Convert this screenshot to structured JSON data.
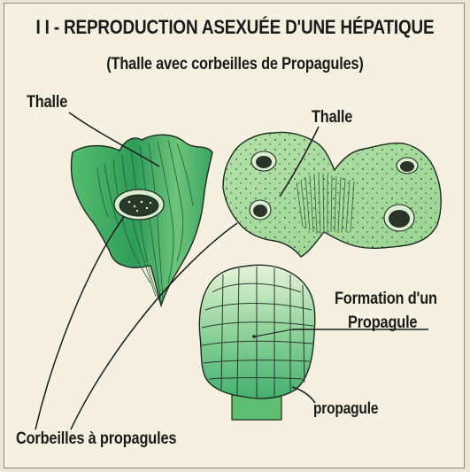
{
  "title": "I I - REPRODUCTION ASEXUÉE  D'UNE HÉPATIQUE",
  "subtitle": "(Thalle avec corbeilles de Propagules)",
  "labels": {
    "thalle_left": "Thalle",
    "thalle_right": "Thalle",
    "formation_line1": "Formation d'un",
    "formation_line2": "Propagule",
    "propagule": "propagule",
    "corbeilles": "Corbeilles à propagules"
  },
  "colors": {
    "thallus_light": "#a6d9a0",
    "thallus_mid": "#5cbf72",
    "thallus_dark": "#2f9c5a",
    "outline": "#1f2a20",
    "paper": "#f4f1e1"
  }
}
